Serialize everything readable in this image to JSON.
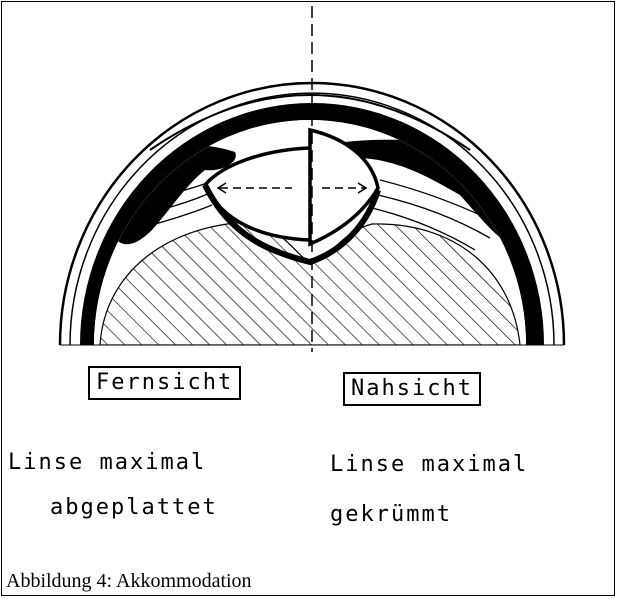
{
  "labels": {
    "far": "Fernsicht",
    "near": "Nahsicht"
  },
  "notes": {
    "far_line1": "Linse maximal",
    "far_line2": "abgeplattet",
    "near_line1": "Linse maximal",
    "near_line2": "gekrümmt"
  },
  "caption": "Abbildung 4: Akkommodation",
  "colors": {
    "ink": "#000000",
    "paper": "#ffffff"
  }
}
